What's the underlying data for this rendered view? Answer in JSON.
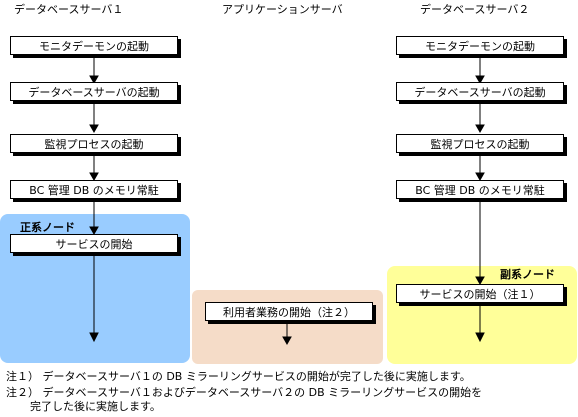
{
  "columns": {
    "db_server_1": {
      "title": "データベースサーバ１",
      "steps": [
        "モニタデーモンの起動",
        "データベースサーバの起動",
        "監視プロセスの起動",
        "BC 管理 DB のメモリ常駐",
        "サービスの開始"
      ]
    },
    "app_server": {
      "title": "アプリケーションサーバ",
      "steps": [
        "利用者業務の開始（注２）"
      ]
    },
    "db_server_2": {
      "title": "データベースサーバ２",
      "steps": [
        "モニタデーモンの起動",
        "データベースサーバの起動",
        "監視プロセスの起動",
        "BC 管理 DB のメモリ常駐",
        "サービスの開始（注１）"
      ]
    }
  },
  "regions": {
    "primary_node_label": "正系ノード",
    "secondary_node_label": "副系ノード"
  },
  "notes": {
    "note1": "注１） データベースサーバ１の DB ミラーリングサービスの開始が完了した後に実施します。",
    "note2_line1": "注２） データベースサーバ１およびデータベースサーバ２の DB ミラーリングサービスの開始を",
    "note2_line2": "完了した後に実施します。"
  },
  "colors": {
    "primary_region": "#99ccff",
    "app_region": "#f5dcc8",
    "secondary_region": "#ffff99",
    "box_fill": "#ffffff",
    "line": "#000000"
  }
}
